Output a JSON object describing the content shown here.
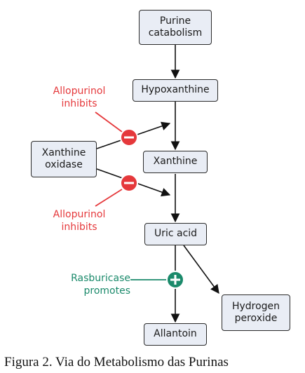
{
  "nodes": {
    "purine": "Purine\ncatabolism",
    "hypoxanthine": "Hypoxanthine",
    "xanthine": "Xanthine",
    "xanthine_oxidase": "Xanthine\noxidase",
    "uric_acid": "Uric acid",
    "allantoin": "Allantoin",
    "hydrogen_peroxide": "Hydrogen\nperoxide"
  },
  "annotations": {
    "allopurinol_top": "Allopurinol\ninhibits",
    "allopurinol_bottom": "Allopurinol\ninhibits",
    "rasburicase": "Rasburicase\npromotes"
  },
  "symbols": {
    "inhibit": "−",
    "promote": "+"
  },
  "colors": {
    "inhibit": "#e5383b",
    "promote": "#1b8a6b",
    "box_fill": "#e9edf5"
  },
  "caption": "Figura 2. Via do Metabolismo das Purinas"
}
